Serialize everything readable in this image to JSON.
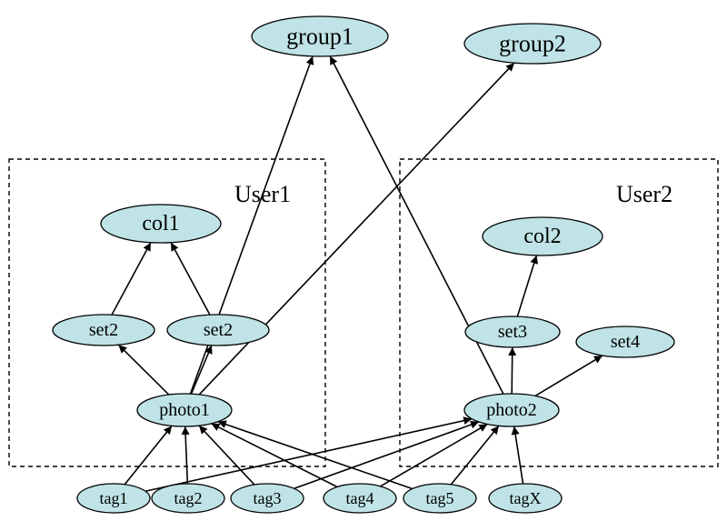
{
  "colors": {
    "node_fill": "#bfe3e6",
    "stroke": "#000000",
    "background": "#ffffff"
  },
  "boxes": [
    {
      "id": "user1",
      "label": "User1"
    },
    {
      "id": "user2",
      "label": "User2"
    }
  ],
  "nodes": [
    {
      "id": "group1",
      "label": "group1"
    },
    {
      "id": "group2",
      "label": "group2"
    },
    {
      "id": "col1",
      "label": "col1"
    },
    {
      "id": "col2",
      "label": "col2"
    },
    {
      "id": "set2a",
      "label": "set2"
    },
    {
      "id": "set2b",
      "label": "set2"
    },
    {
      "id": "set3",
      "label": "set3"
    },
    {
      "id": "set4",
      "label": "set4"
    },
    {
      "id": "photo1",
      "label": "photo1"
    },
    {
      "id": "photo2",
      "label": "photo2"
    },
    {
      "id": "tag1",
      "label": "tag1"
    },
    {
      "id": "tag2",
      "label": "tag2"
    },
    {
      "id": "tag3",
      "label": "tag3"
    },
    {
      "id": "tag4",
      "label": "tag4"
    },
    {
      "id": "tagfive",
      "label": "tag5"
    },
    {
      "id": "tagX",
      "label": "tagX"
    }
  ],
  "edges": [
    {
      "from": "set2a",
      "to": "col1"
    },
    {
      "from": "set2b",
      "to": "col1"
    },
    {
      "from": "photo1",
      "to": "set2a"
    },
    {
      "from": "photo1",
      "to": "set2b"
    },
    {
      "from": "photo1",
      "to": "group1"
    },
    {
      "from": "photo1",
      "to": "group2"
    },
    {
      "from": "set3",
      "to": "col2"
    },
    {
      "from": "photo2",
      "to": "set3"
    },
    {
      "from": "photo2",
      "to": "set4"
    },
    {
      "from": "photo2",
      "to": "group1"
    },
    {
      "from": "tag1",
      "to": "photo1"
    },
    {
      "from": "tag2",
      "to": "photo1"
    },
    {
      "from": "tag3",
      "to": "photo1"
    },
    {
      "from": "tag4",
      "to": "photo1"
    },
    {
      "from": "tagfive",
      "to": "photo1"
    },
    {
      "from": "tag1",
      "to": "photo2"
    },
    {
      "from": "tag3",
      "to": "photo2"
    },
    {
      "from": "tag4",
      "to": "photo2"
    },
    {
      "from": "tagfive",
      "to": "photo2"
    },
    {
      "from": "tagX",
      "to": "photo2"
    }
  ]
}
